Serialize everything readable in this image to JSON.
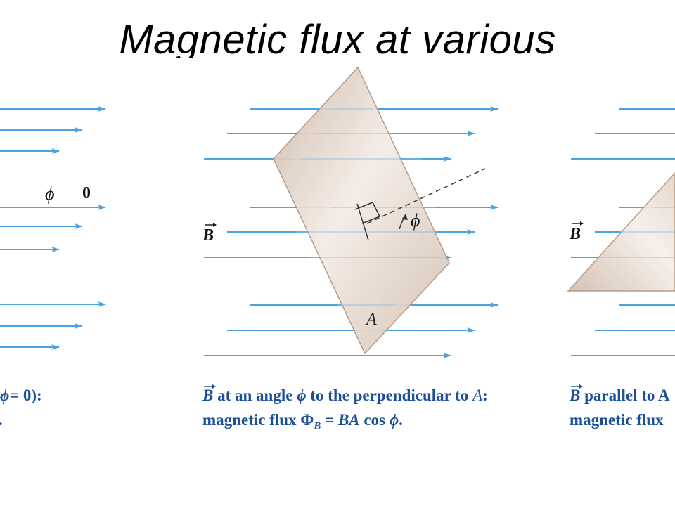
{
  "title": "Magnetic flux at various",
  "colors": {
    "field_line": "#4aa3df",
    "plate_edge": "#b09584",
    "plate_fill": "#d8c7b9",
    "caption": "#1b4f97",
    "dashed": "#444444"
  },
  "left_panel": {
    "phi_symbol": "ϕ",
    "angle_value": "0",
    "caption_line1_tail": "= 0):",
    "caption_line2_tail": "."
  },
  "middle_panel": {
    "b_label": "B",
    "area_label": "A",
    "phi_label": "ϕ",
    "caption_line1": {
      "b": "B",
      "part1": " at an angle ",
      "phi": "ϕ",
      "part2": " to the perpendicular to ",
      "a": "A",
      "part3": ":"
    },
    "caption_line2": {
      "part1": "magnetic flux Φ",
      "sub": "B",
      "part2": " = ",
      "ba": "BA",
      "part3": " cos ",
      "phi": "ϕ",
      "part4": "."
    }
  },
  "right_panel": {
    "b_label": "B",
    "caption_line1": {
      "b": "B",
      "part1": " parallel to A"
    },
    "caption_line2": "magnetic flux"
  }
}
